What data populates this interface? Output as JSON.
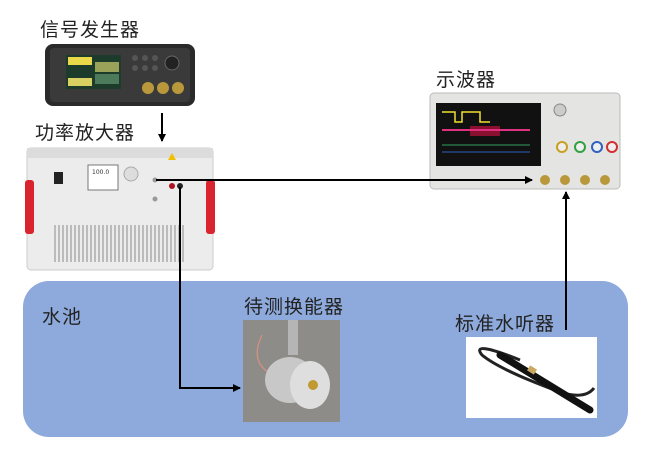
{
  "labels": {
    "signal_generator": "信号发生器",
    "power_amplifier": "功率放大器",
    "oscilloscope": "示波器",
    "water_tank": "水池",
    "transducer_under_test": "待测换能器",
    "standard_hydrophone": "标准水听器"
  },
  "amplifier_display": "100.0",
  "colors": {
    "pool": "#8eaadc",
    "wire": "#000000",
    "amp_handle": "#d9232e"
  }
}
